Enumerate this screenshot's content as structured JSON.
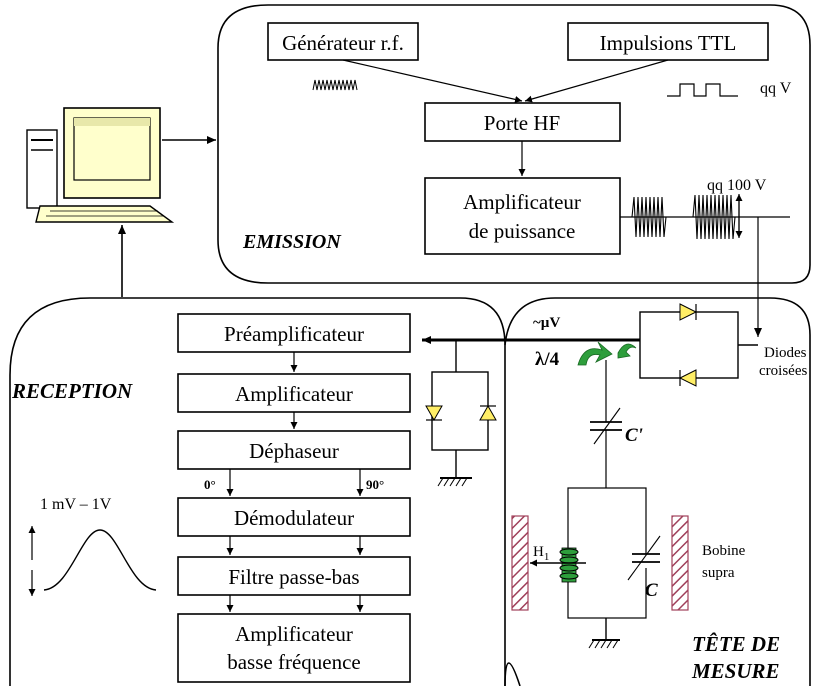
{
  "emission": {
    "title": "EMISSION",
    "rf_generator": "Générateur r.f.",
    "ttl_pulses": "Impulsions TTL",
    "rf_gate": "Porte HF",
    "power_amp_line1": "Amplificateur",
    "power_amp_line2": "de puissance",
    "pulse_level": "qq V",
    "output_level": "qq 100 V"
  },
  "reception": {
    "title": "RECEPTION",
    "stages": [
      "Préamplificateur",
      "Amplificateur",
      "Déphaseur",
      "Démodulateur",
      "Filtre passe-bas"
    ],
    "lf_amp_line1": "Amplificateur",
    "lf_amp_line2": "basse fréquence",
    "phase_0": "0°",
    "phase_90": "90°",
    "signal_range": "1 mV – 1V"
  },
  "probe": {
    "title_line1": "TÊTE DE",
    "title_line2": "MESURE",
    "signal_level": "~µV",
    "lambda": "λ/4",
    "diodes_line1": "Diodes",
    "diodes_line2": "croisées",
    "cap_tune": "C'",
    "cap_match": "C",
    "field_main": "H",
    "field_sub": "1",
    "coil_line1": "Bobine",
    "coil_line2": "supra"
  },
  "colors": {
    "monitor": "#ffffcc",
    "arrow_green": "#2e9e3c",
    "coil_hatch": "#a0405a"
  }
}
